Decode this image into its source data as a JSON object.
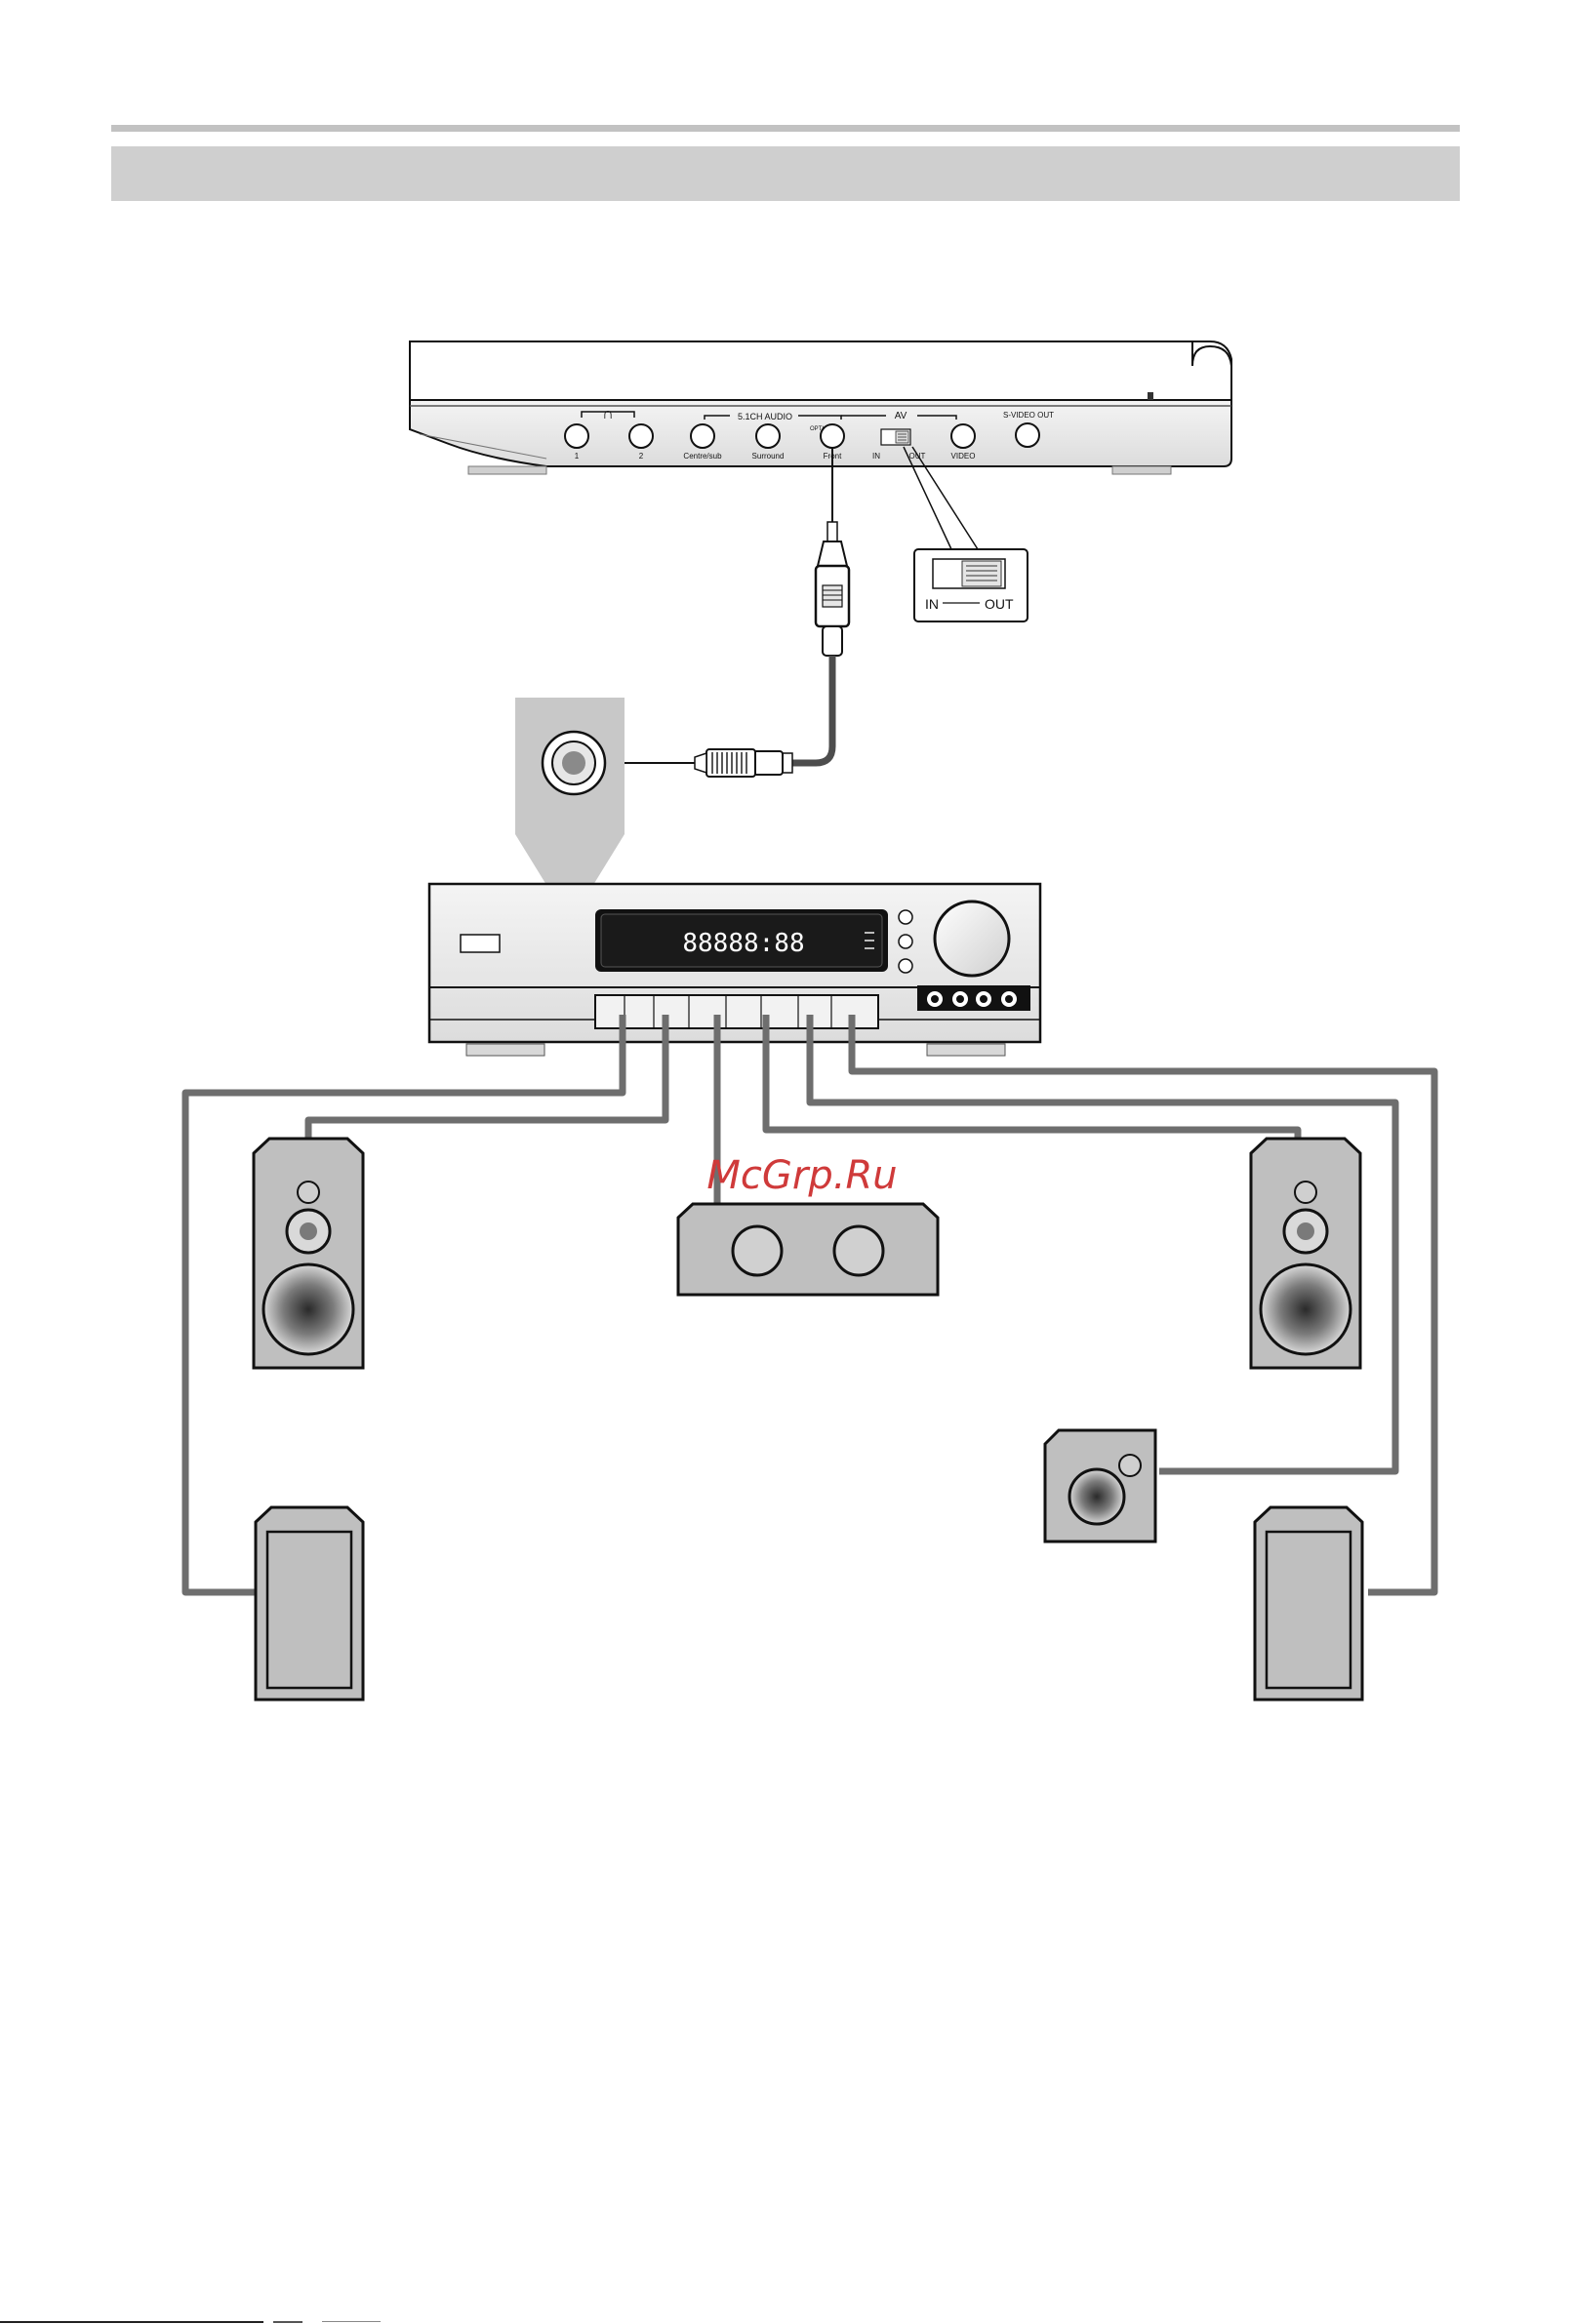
{
  "player_panel": {
    "headphone_group": "∩",
    "headphone_jacks": [
      "1",
      "2"
    ],
    "audio_group": "5.1CH AUDIO",
    "optical": "OPTICAL",
    "audio_jacks": [
      "Centre/sub",
      "Surround",
      "Front"
    ],
    "av_group": "AV",
    "av_switch_in": "IN",
    "av_switch_out": "OUT",
    "video_jack": "VIDEO",
    "svideo": "S-VIDEO OUT"
  },
  "switch_callout": {
    "in_label": "IN",
    "out_label": "OUT"
  },
  "receiver": {
    "display_text": "88888:88"
  },
  "watermark": "McGrp.Ru",
  "colors": {
    "cable": "#6e6e6e",
    "speaker_fill": "#bfbfbf",
    "callout": "#c8c8c8",
    "watermark": "#cf3a3a"
  }
}
